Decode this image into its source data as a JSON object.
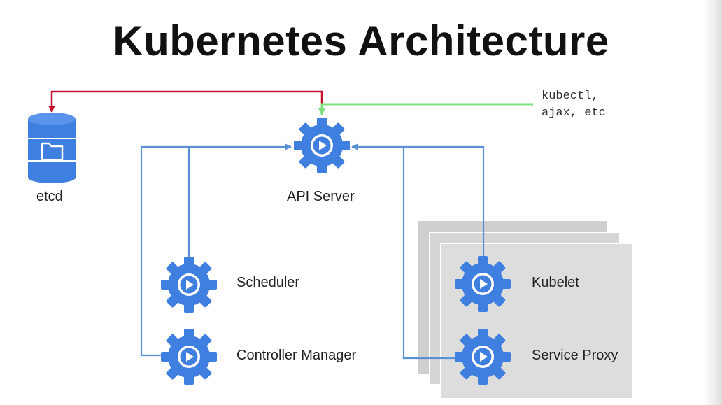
{
  "title": "Kubernetes Architecture",
  "nodes": {
    "etcd": "etcd",
    "api_server": "API Server",
    "scheduler": "Scheduler",
    "controller_manager": "Controller Manager",
    "kubelet": "Kubelet",
    "service_proxy": "Service Proxy"
  },
  "clients": {
    "line1": "kubectl,",
    "line2": "ajax, etc"
  },
  "icons": {
    "database": "database-folder-icon",
    "component": "gear-play-icon"
  },
  "colors": {
    "component_blue": "#3f7fe0",
    "connector_blue": "#5b8fd6",
    "etcd_link_red": "#c8102e",
    "client_link_green": "#7ee07e",
    "node_card_gray": "#d9d9d9"
  }
}
